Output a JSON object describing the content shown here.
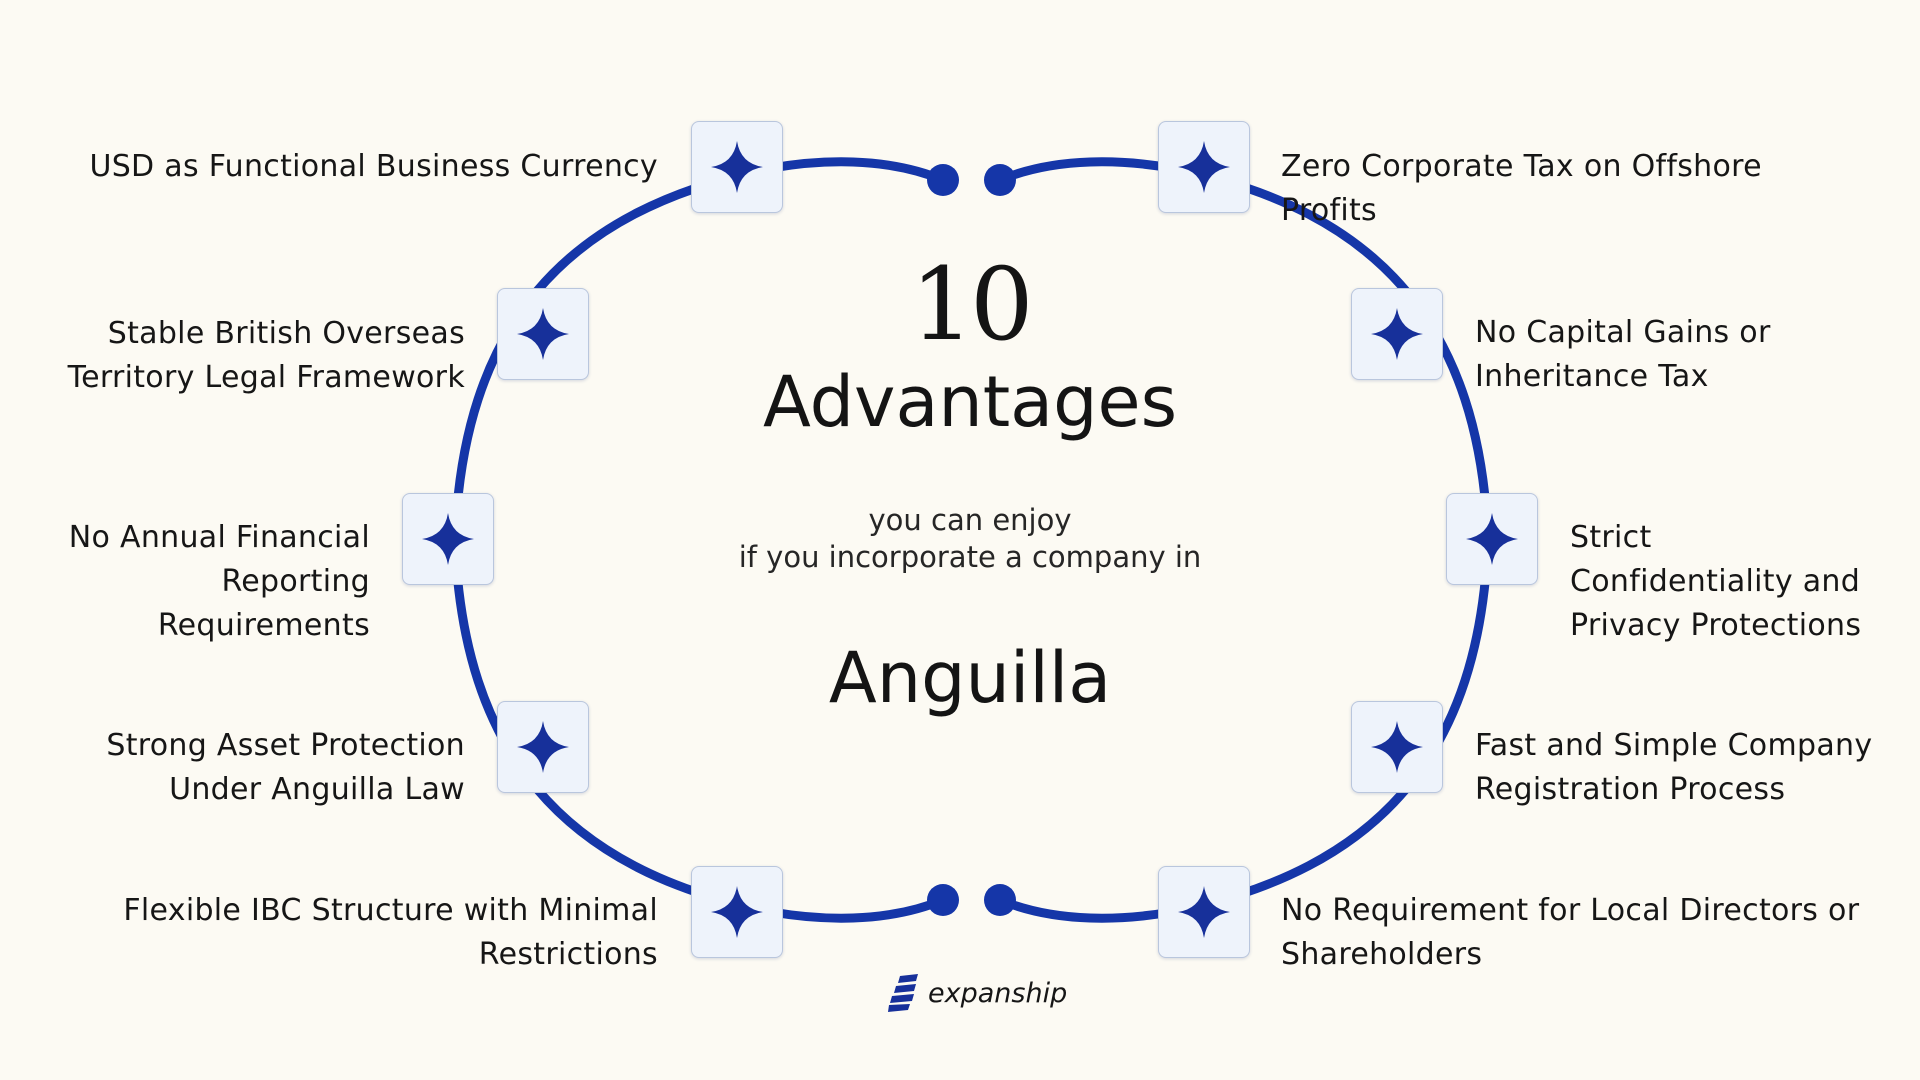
{
  "center": {
    "count": "10",
    "heading": "Advantages",
    "subtitle_line1": "you can enjoy",
    "subtitle_line2": "if you incorporate a company in",
    "country": "Anguilla"
  },
  "advantages": [
    {
      "side": "left",
      "lines": [
        "USD as Functional Business Currency"
      ]
    },
    {
      "side": "left",
      "lines": [
        "Stable British Overseas",
        "Territory Legal Framework"
      ]
    },
    {
      "side": "left",
      "lines": [
        "No Annual Financial",
        "Reporting",
        "Requirements"
      ]
    },
    {
      "side": "left",
      "lines": [
        "Strong Asset Protection",
        "Under Anguilla Law"
      ]
    },
    {
      "side": "left",
      "lines": [
        "Flexible IBC Structure with Minimal",
        "Restrictions"
      ]
    },
    {
      "side": "right",
      "lines": [
        "Zero Corporate Tax on Offshore",
        "Profits"
      ]
    },
    {
      "side": "right",
      "lines": [
        "No Capital Gains or",
        "Inheritance Tax"
      ]
    },
    {
      "side": "right",
      "lines": [
        "Strict",
        "Confidentiality and",
        "Privacy Protections"
      ]
    },
    {
      "side": "right",
      "lines": [
        "Fast and Simple Company",
        "Registration Process"
      ]
    },
    {
      "side": "right",
      "lines": [
        "No Requirement for Local Directors or",
        "Shareholders"
      ]
    }
  ],
  "node_icon": "four-point-star-icon",
  "brand": {
    "name": "expanship",
    "logo_icon": "expanship-logo-icon"
  },
  "colors": {
    "background": "#fcfaf3",
    "ring": "#1536a8",
    "star": "#17309a",
    "node_fill": "#eef3fb",
    "text": "#161616"
  }
}
